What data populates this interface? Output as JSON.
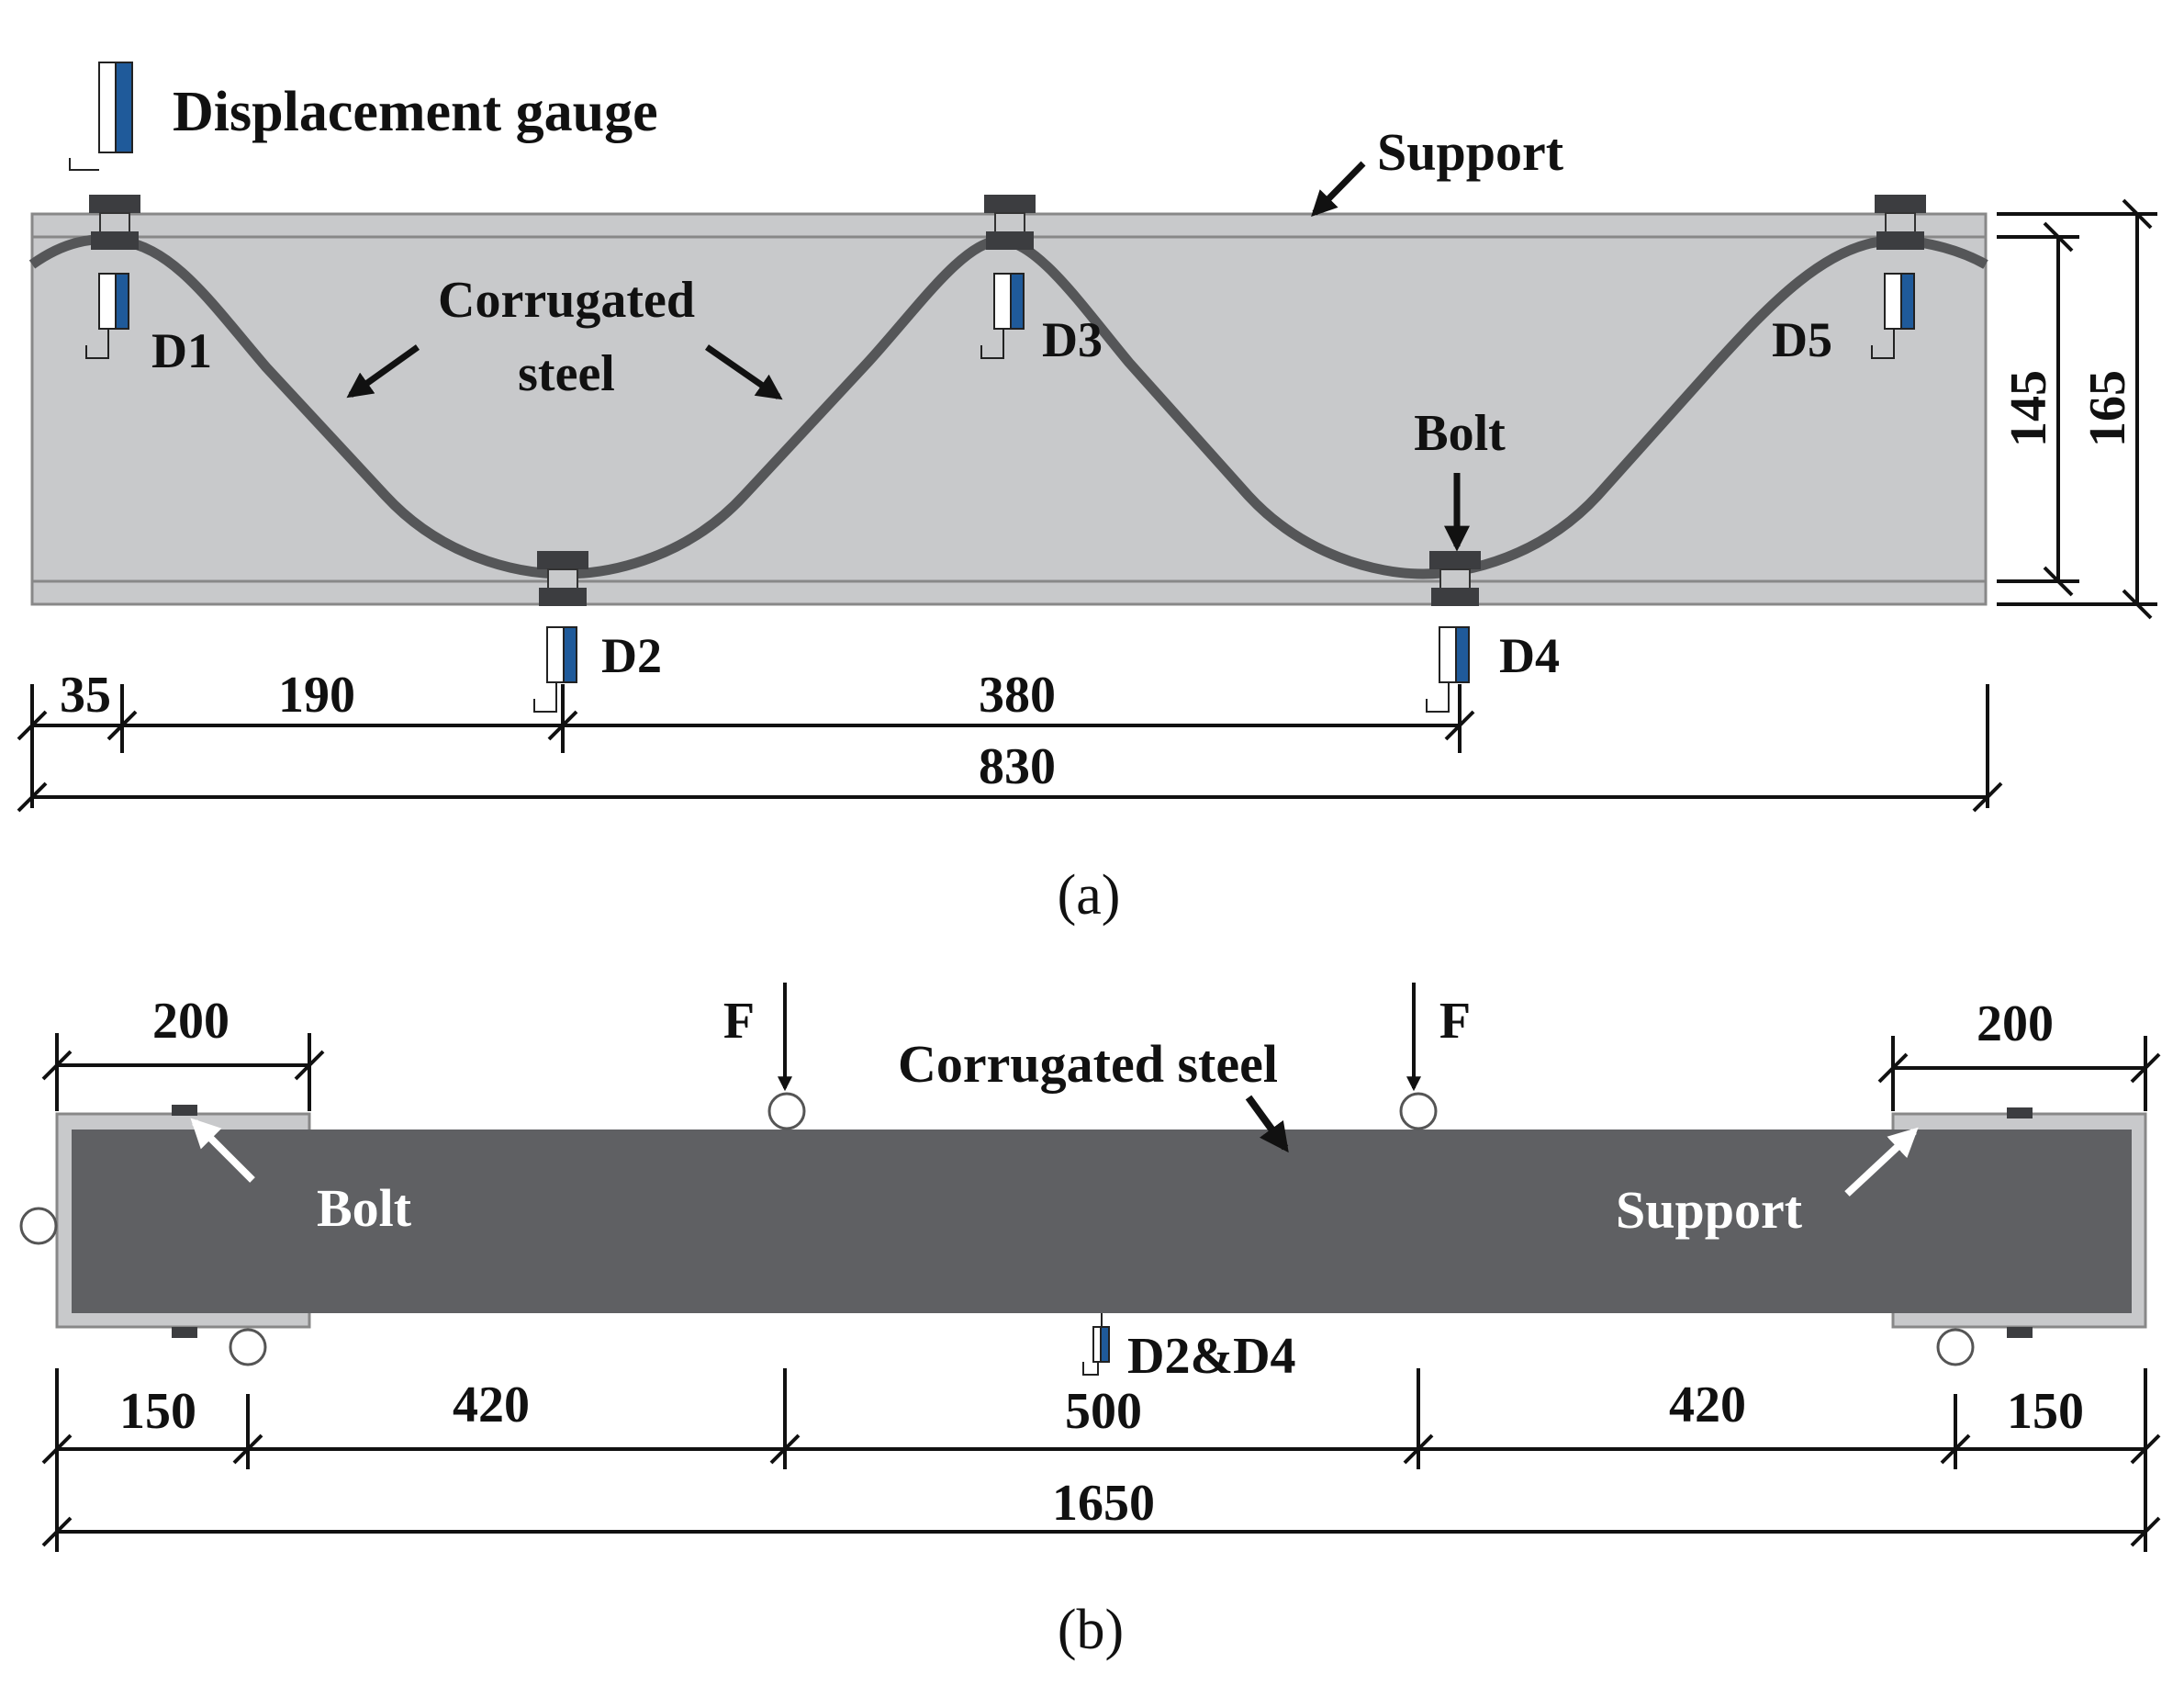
{
  "panel_a": {
    "legend_label": "Displacement gauge",
    "support_label": "Support",
    "corrugated_label_line1": "Corrugated",
    "corrugated_label_line2": "steel",
    "bolt_label": "Bolt",
    "gauges": [
      "D1",
      "D2",
      "D3",
      "D4",
      "D5"
    ],
    "dims_bottom": [
      "35",
      "190",
      "380",
      "830"
    ],
    "dims_right": [
      "145",
      "165"
    ],
    "caption": "(a)"
  },
  "panel_b": {
    "load_label": "F",
    "corrugated_label": "Corrugated steel",
    "bolt_label": "Bolt",
    "support_label": "Support",
    "gauge_label": "D2&D4",
    "dims_top": [
      "200",
      "200"
    ],
    "dims_bottom": [
      "150",
      "420",
      "500",
      "420",
      "150",
      "1650"
    ],
    "caption": "(b)"
  },
  "colors": {
    "steel_fill": "#c8c9cb",
    "beam_dark": "#5f6063",
    "gauge_blue": "#1f5a9a",
    "bolt_dark": "#3c3d40"
  }
}
